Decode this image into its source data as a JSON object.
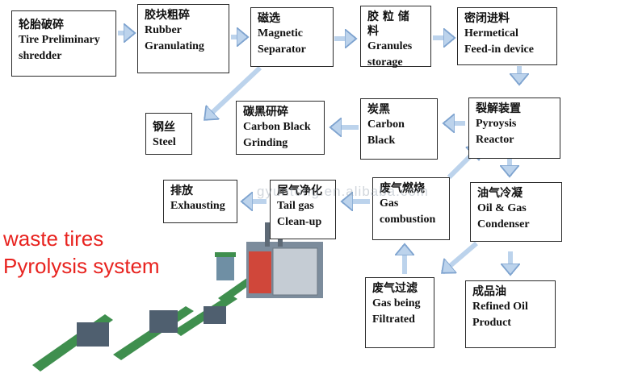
{
  "nodes": {
    "shredder": {
      "zh": "轮胎破碎",
      "en": "Tire Preliminary\nshredder"
    },
    "granulating": {
      "zh": "胶块粗碎",
      "en": "Rubber\nGranulating"
    },
    "magnetic": {
      "zh": "磁选",
      "en": "Magnetic\nSeparator"
    },
    "granules": {
      "zh": "胶 粒 储 料",
      "en": "Granules\nstorage"
    },
    "feedin": {
      "zh": "密闭进料",
      "en": "Hermetical\nFeed-in device"
    },
    "reactor": {
      "zh": "裂解装置",
      "en": "Pyroysis\nReactor"
    },
    "carbon": {
      "zh": "炭黑",
      "en": "Carbon\nBlack"
    },
    "grinding": {
      "zh": "碳黑研碎",
      "en": "Carbon  Black\nGrinding"
    },
    "steel": {
      "zh": "钢丝",
      "en": "Steel"
    },
    "condenser": {
      "zh": "油气冷凝",
      "en": "Oil & Gas\nCondenser"
    },
    "combustion": {
      "zh": "废气燃烧",
      "en": "Gas\ncombustion"
    },
    "cleanup": {
      "zh": "尾气净化",
      "en": "Tail gas\nClean-up"
    },
    "exhausting": {
      "zh": "排放",
      "en": "Exhausting"
    },
    "filtrated": {
      "zh": "废气过滤",
      "en": "Gas being\nFiltrated"
    },
    "oil": {
      "zh": "成品油",
      "en": "Refined     Oil\nProduct"
    }
  },
  "caption": {
    "line1": "waste tires",
    "line2": "Pyrolysis system"
  },
  "watermark": "gyuntong.en.alibaba.com",
  "colors": {
    "arrow_fill": "#bcd3ec",
    "arrow_stroke": "#7ea3cf",
    "caption": "#e8231f",
    "machine_green": "#3f8f4e",
    "machine_red": "#d0473a"
  }
}
